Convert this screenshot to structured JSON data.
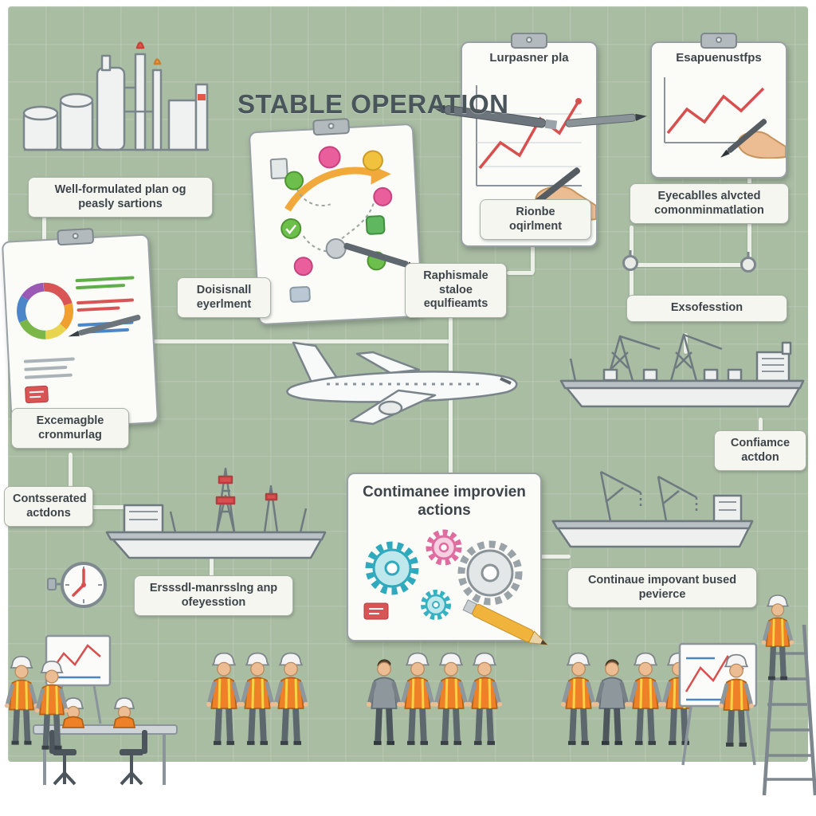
{
  "title": "STABLE OPERATION",
  "labels": {
    "plan": "Well-formulated plan og peasly sartions",
    "experiment": "Doisisnall eyerlment",
    "flipchart1_title": "Lurpasner pla",
    "flipchart1_sub": "Rionbe oqirlment",
    "flipchart2_title": "Esapuenustfps",
    "communication": "Eyecablles alvcted comonminmatlation",
    "equipment": "Raphismale staloe equlfieamts",
    "execution": "Exsofesstion",
    "monitoring": "Excemagble cronmurlag",
    "actions": "Contsserated actdons",
    "improvement_box": "Contimanee improvien actions",
    "confidence": "Confiamce actdon",
    "measuring": "Ersssdl-manrsslng anp ofeyesstion",
    "improvement2": "Continaue impovant bused pevierce"
  },
  "illustrations": [
    "factory-plant",
    "clipboard-with-chart",
    "clipboard-with-icons",
    "flipchart-hand-drawing",
    "airplane",
    "cargo-ship",
    "drilling-ship",
    "harbor-ship",
    "gears",
    "clock",
    "safety-workers",
    "whiteboard",
    "ladder"
  ],
  "colors": {
    "panel_green": "#a9bda3",
    "vest_orange": "#ee8127",
    "chart_red": "#d84f4f",
    "label_bg": "#f6f6f1",
    "title_text": "#49555a"
  }
}
